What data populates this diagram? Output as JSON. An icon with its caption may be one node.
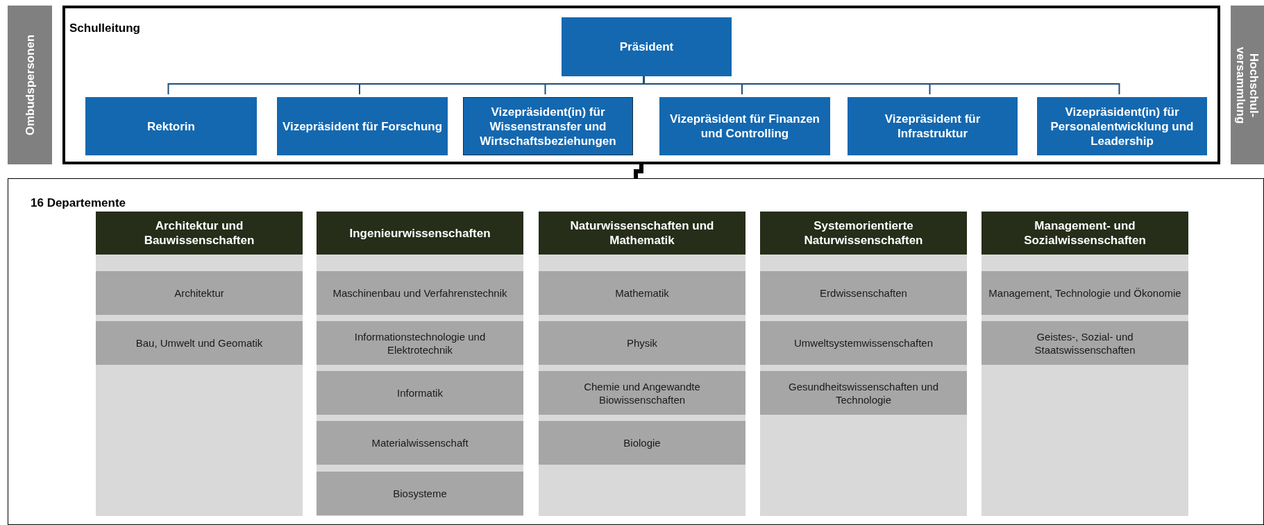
{
  "diagram": {
    "nodes": [
      {
        "text": [
          "Ombudspersonen"
        ]
      },
      {
        "text": [
          "Schulleitung"
        ]
      },
      {
        "text": [
          "Präsident"
        ],
        "in": 1
      },
      {
        "text": [
          "Rektorin"
        ],
        "in": 1
      },
      {
        "text": [
          "Vizepräsident für Forschung"
        ],
        "in": 1
      },
      {
        "text": [
          "Vizepräsident(in) für Wissenstransfer und Wirtschaftsbeziehungen"
        ],
        "in": 1
      },
      {
        "text": [
          "Vizepräsident für Finanzen und Controlling"
        ],
        "in": 1
      },
      {
        "text": [
          "Vizepräsident für Infrastruktur"
        ],
        "in": 1
      },
      {
        "text": [
          "Vizepräsident(in) für Personalentwicklung und Leadership"
        ],
        "in": 1
      },
      {
        "text": [
          "Hochschul- versammlung"
        ]
      },
      {
        "text": [
          "16 Departemente"
        ]
      },
      {
        "text": [
          "Architektur und Bauwissenschaften"
        ],
        "in": 10
      },
      {
        "text": [
          "Architektur"
        ],
        "in": 11
      },
      {
        "text": [
          "Bau, Umwelt und Geomatik"
        ],
        "in": 11
      },
      {
        "text": [
          "Ingenieurwissenschaften"
        ],
        "in": 10
      },
      {
        "text": [
          "Maschinenbau und Verfahrenstechnik"
        ],
        "in": 14
      },
      {
        "text": [
          "Informationstechnologie und Elektrotechnik"
        ],
        "in": 14
      },
      {
        "text": [
          "Informatik"
        ],
        "in": 14
      },
      {
        "text": [
          "Materialwissenschaft"
        ],
        "in": 14
      },
      {
        "text": [
          "Biosysteme"
        ],
        "in": 14
      },
      {
        "text": [
          "Naturwissenschaften und Mathematik"
        ],
        "in": 10
      },
      {
        "text": [
          "Mathematik"
        ],
        "in": 20
      },
      {
        "text": [
          "Physik"
        ],
        "in": 20
      },
      {
        "text": [
          "Chemie und Angewandte Biowissenschaften"
        ],
        "in": 20
      },
      {
        "text": [
          "Biologie"
        ],
        "in": 20
      },
      {
        "text": [
          "Systemorientierte Naturwissenschaften"
        ],
        "in": 10
      },
      {
        "text": [
          "Erdwissenschaften"
        ],
        "in": 25
      },
      {
        "text": [
          "Umweltsystemwissenschaften"
        ],
        "in": 25
      },
      {
        "text": [
          "Gesundheitswissenschaften und Technologie"
        ],
        "in": 25
      },
      {
        "text": [
          "Management- und Sozialwissenschaften"
        ],
        "in": 10
      },
      {
        "text": [
          "Management, Technologie und Ökonomie"
        ],
        "in": 29
      },
      {
        "text": [
          "Geistes-, Sozial- und Staatswissenschaften"
        ],
        "in": 29
      }
    ],
    "edges": [
      {
        "from": 2,
        "to": 3,
        "arrow": "none"
      },
      {
        "from": 2,
        "to": 4,
        "arrow": "none"
      },
      {
        "from": 2,
        "to": 5,
        "arrow": "none"
      },
      {
        "from": 2,
        "to": 6,
        "arrow": "none"
      },
      {
        "from": 2,
        "to": 7,
        "arrow": "none"
      },
      {
        "from": 2,
        "to": 8,
        "arrow": "none"
      },
      {
        "from": 1,
        "to": 10,
        "arrow": "none",
        "style": "thick",
        "color": "#000000"
      }
    ]
  }
}
